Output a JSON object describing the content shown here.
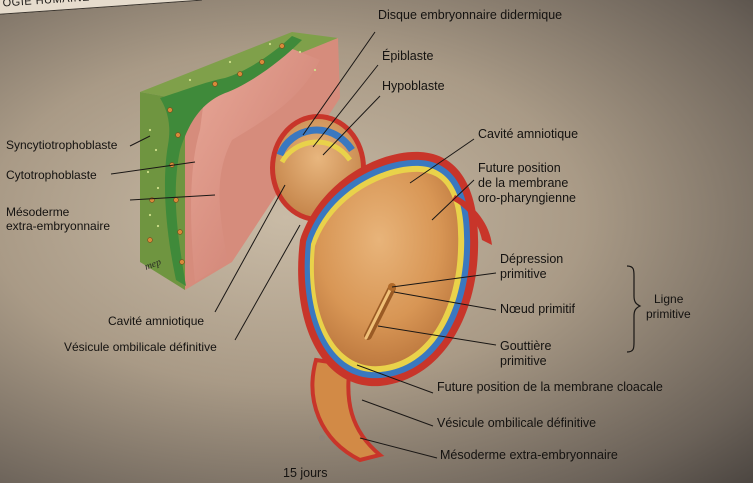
{
  "header": {
    "text": "OGIE HUMAINE"
  },
  "labels": {
    "disque": "Disque embryonnaire didermique",
    "epiblaste": "Épiblaste",
    "hypoblaste": "Hypoblaste",
    "syncytio": "Syncytiotrophoblaste",
    "cytotropho": "Cytotrophoblaste",
    "mesoderme_left_1": "Mésoderme",
    "mesoderme_left_2": "extra-embryonnaire",
    "cavite_right": "Cavité amniotique",
    "future_oro_1": "Future position",
    "future_oro_2": "de la membrane",
    "future_oro_3": "oro-pharyngienne",
    "depression_1": "Dépression",
    "depression_2": "primitive",
    "noeud": "Nœud primitif",
    "gouttiere_1": "Gouttière",
    "gouttiere_2": "primitive",
    "ligne_1": "Ligne",
    "ligne_2": "primitive",
    "cavite_left": "Cavité amniotique",
    "vesicule_left": "Vésicule ombilicale définitive",
    "future_cloacale": "Future position de la membrane cloacale",
    "vesicule_right": "Vésicule ombilicale définitive",
    "mesoderme_bottom": "Mésoderme extra-embryonnaire",
    "jours": "15 jours"
  },
  "signature": "mep"
}
